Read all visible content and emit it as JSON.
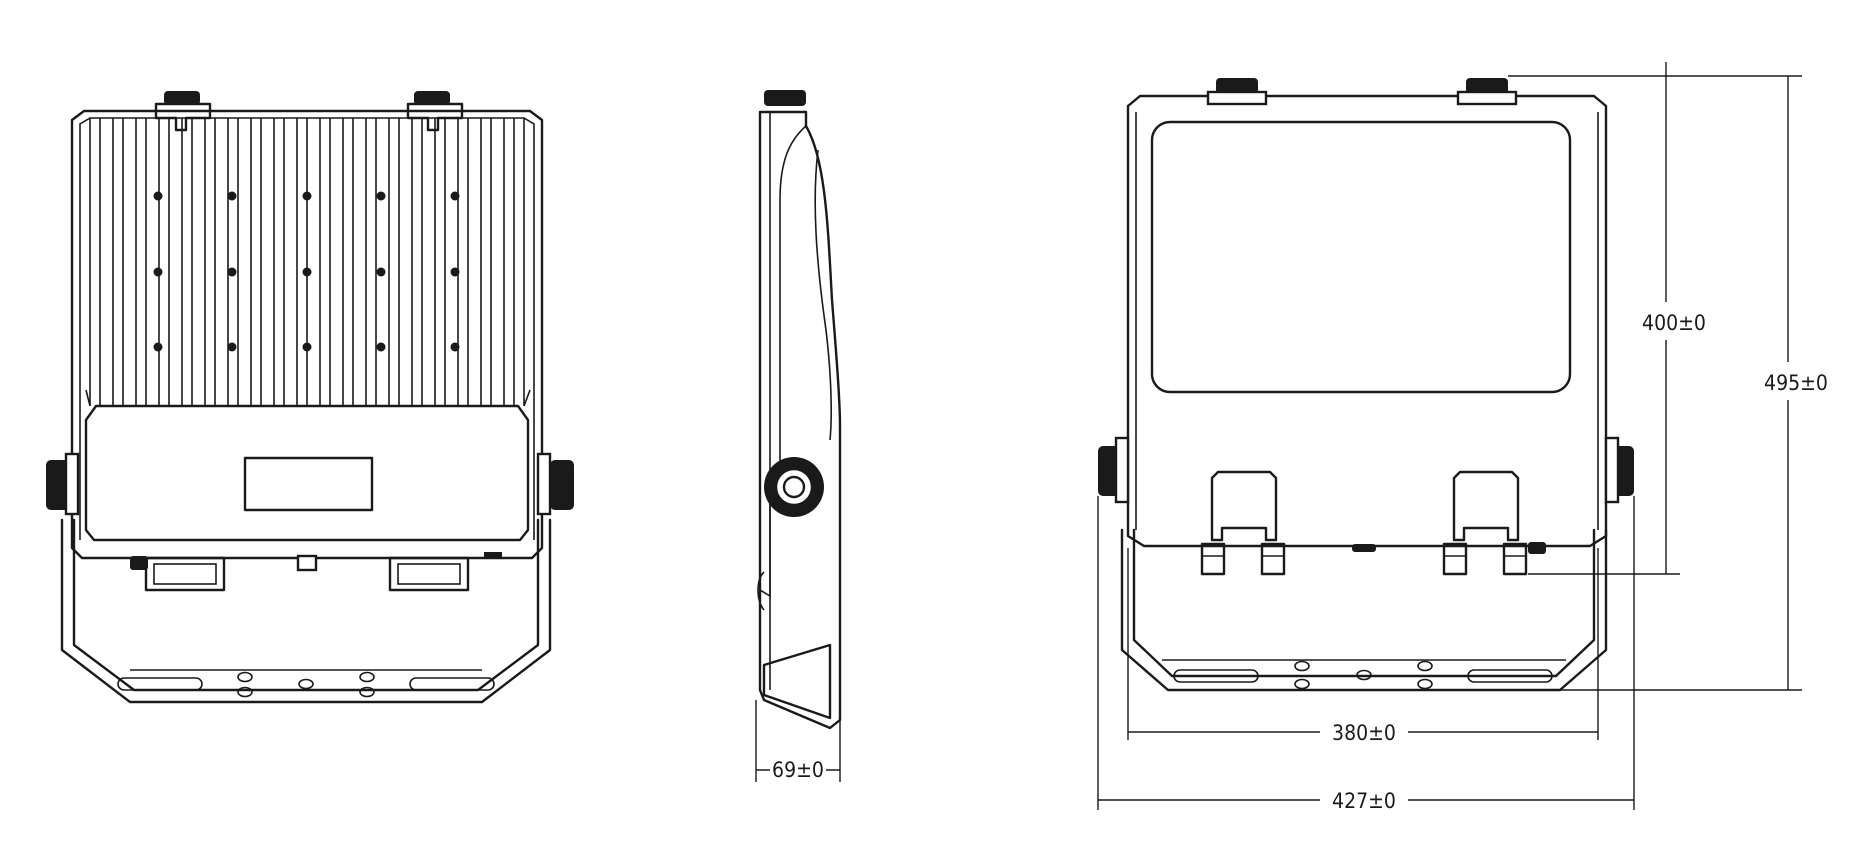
{
  "dimensions": {
    "side_depth": "69±0",
    "led_panel_height": "400±0",
    "overall_height": "495±0",
    "bracket_inner_width": "380±0",
    "overall_width": "427±0"
  },
  "colors": {
    "line": "#1a1a1a",
    "background": "#ffffff"
  }
}
